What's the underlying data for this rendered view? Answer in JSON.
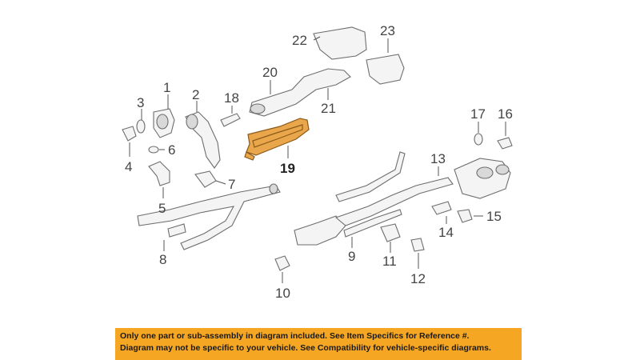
{
  "diagram": {
    "callouts": [
      "1",
      "2",
      "3",
      "4",
      "5",
      "6",
      "7",
      "8",
      "9",
      "10",
      "11",
      "12",
      "13",
      "14",
      "15",
      "16",
      "17",
      "18",
      "19",
      "20",
      "21",
      "22",
      "23"
    ],
    "highlighted_part": "19",
    "highlight_color": "#e9a64a"
  },
  "footer": {
    "line1": "Only one part or sub-assembly in diagram included. See Item Specifics for Reference #.",
    "line2": "Diagram may not be specific to your vehicle. See Compatibility for vehicle-specific diagrams.",
    "background": "#f5a623"
  }
}
